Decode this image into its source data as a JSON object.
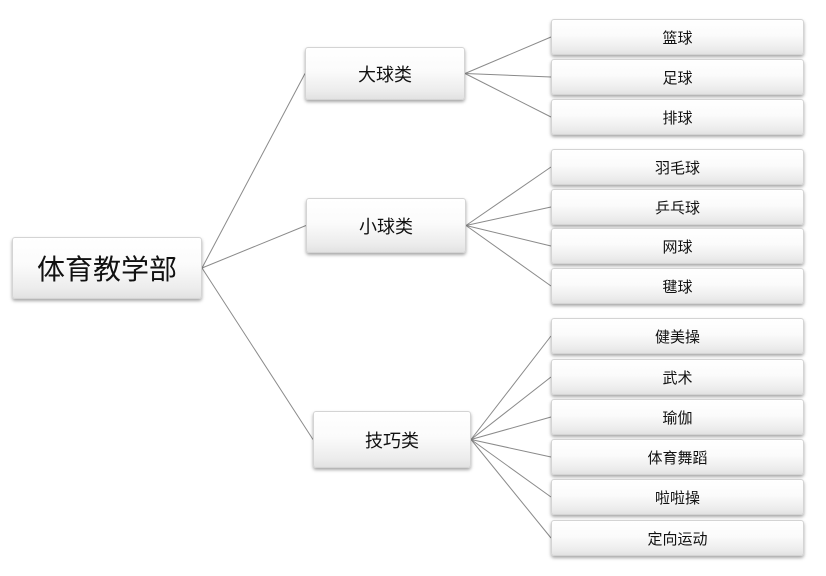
{
  "root": {
    "label": "体育教学部"
  },
  "groups": [
    {
      "label": "大球类",
      "items": [
        "篮球",
        "足球",
        "排球"
      ]
    },
    {
      "label": "小球类",
      "items": [
        "羽毛球",
        "乒乓球",
        "网球",
        "毽球"
      ]
    },
    {
      "label": "技巧类",
      "items": [
        "健美操",
        "武术",
        "瑜伽",
        "体育舞蹈",
        "啦啦操",
        "定向运动"
      ]
    }
  ],
  "colors": {
    "connector": "#8a8a8a",
    "node_border": "#d4d4d4",
    "text": "#111111"
  }
}
